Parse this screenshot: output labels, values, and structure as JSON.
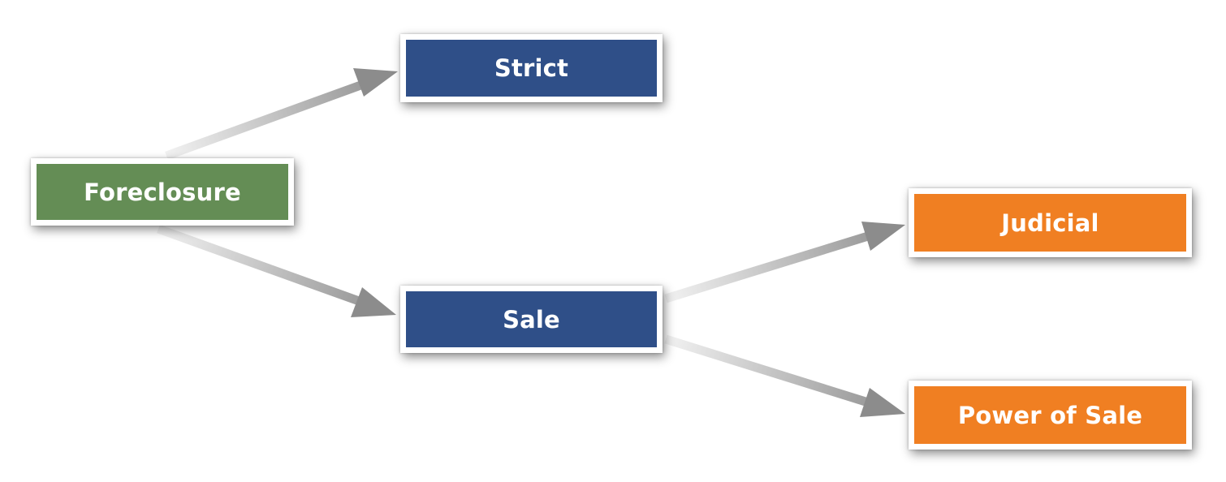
{
  "nodes": {
    "foreclosure": {
      "label": "Foreclosure",
      "color": "#648d55"
    },
    "strict": {
      "label": "Strict",
      "color": "#2f4f88"
    },
    "sale": {
      "label": "Sale",
      "color": "#2f4f88"
    },
    "judicial": {
      "label": "Judicial",
      "color": "#f07f22"
    },
    "power_of_sale": {
      "label": "Power of Sale",
      "color": "#f07f22"
    }
  },
  "edges": [
    {
      "from": "foreclosure",
      "to": "strict"
    },
    {
      "from": "foreclosure",
      "to": "sale"
    },
    {
      "from": "sale",
      "to": "judicial"
    },
    {
      "from": "sale",
      "to": "power_of_sale"
    }
  ],
  "arrow_color": "#8f8f8f"
}
